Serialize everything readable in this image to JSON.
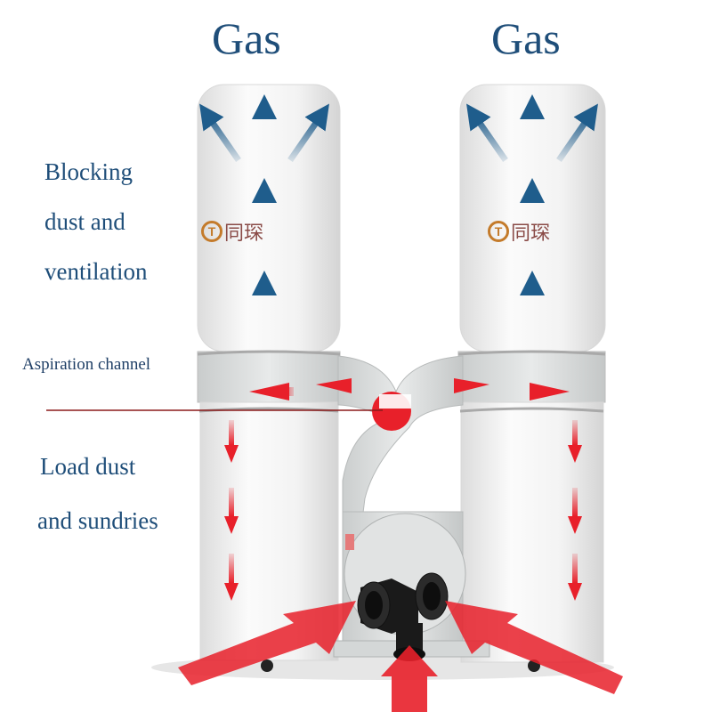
{
  "labels": {
    "gas_left": "Gas",
    "gas_right": "Gas",
    "blocking_line1": "Blocking",
    "blocking_line2": "dust and",
    "blocking_line3": "ventilation",
    "aspiration": "Aspiration channel",
    "load_line1": "Load dust",
    "load_line2": "and sundries"
  },
  "brand": {
    "mark_letter": "T",
    "name": "同琛"
  },
  "colors": {
    "text": "#1f4e79",
    "gas_arrow": "#1f5d8c",
    "dust_arrow": "#e8202a",
    "pointer_line": "#8b1a1a",
    "bag": "#f4f4f4",
    "frame": "#d9dcdc",
    "fan": "#1a1a1a"
  }
}
